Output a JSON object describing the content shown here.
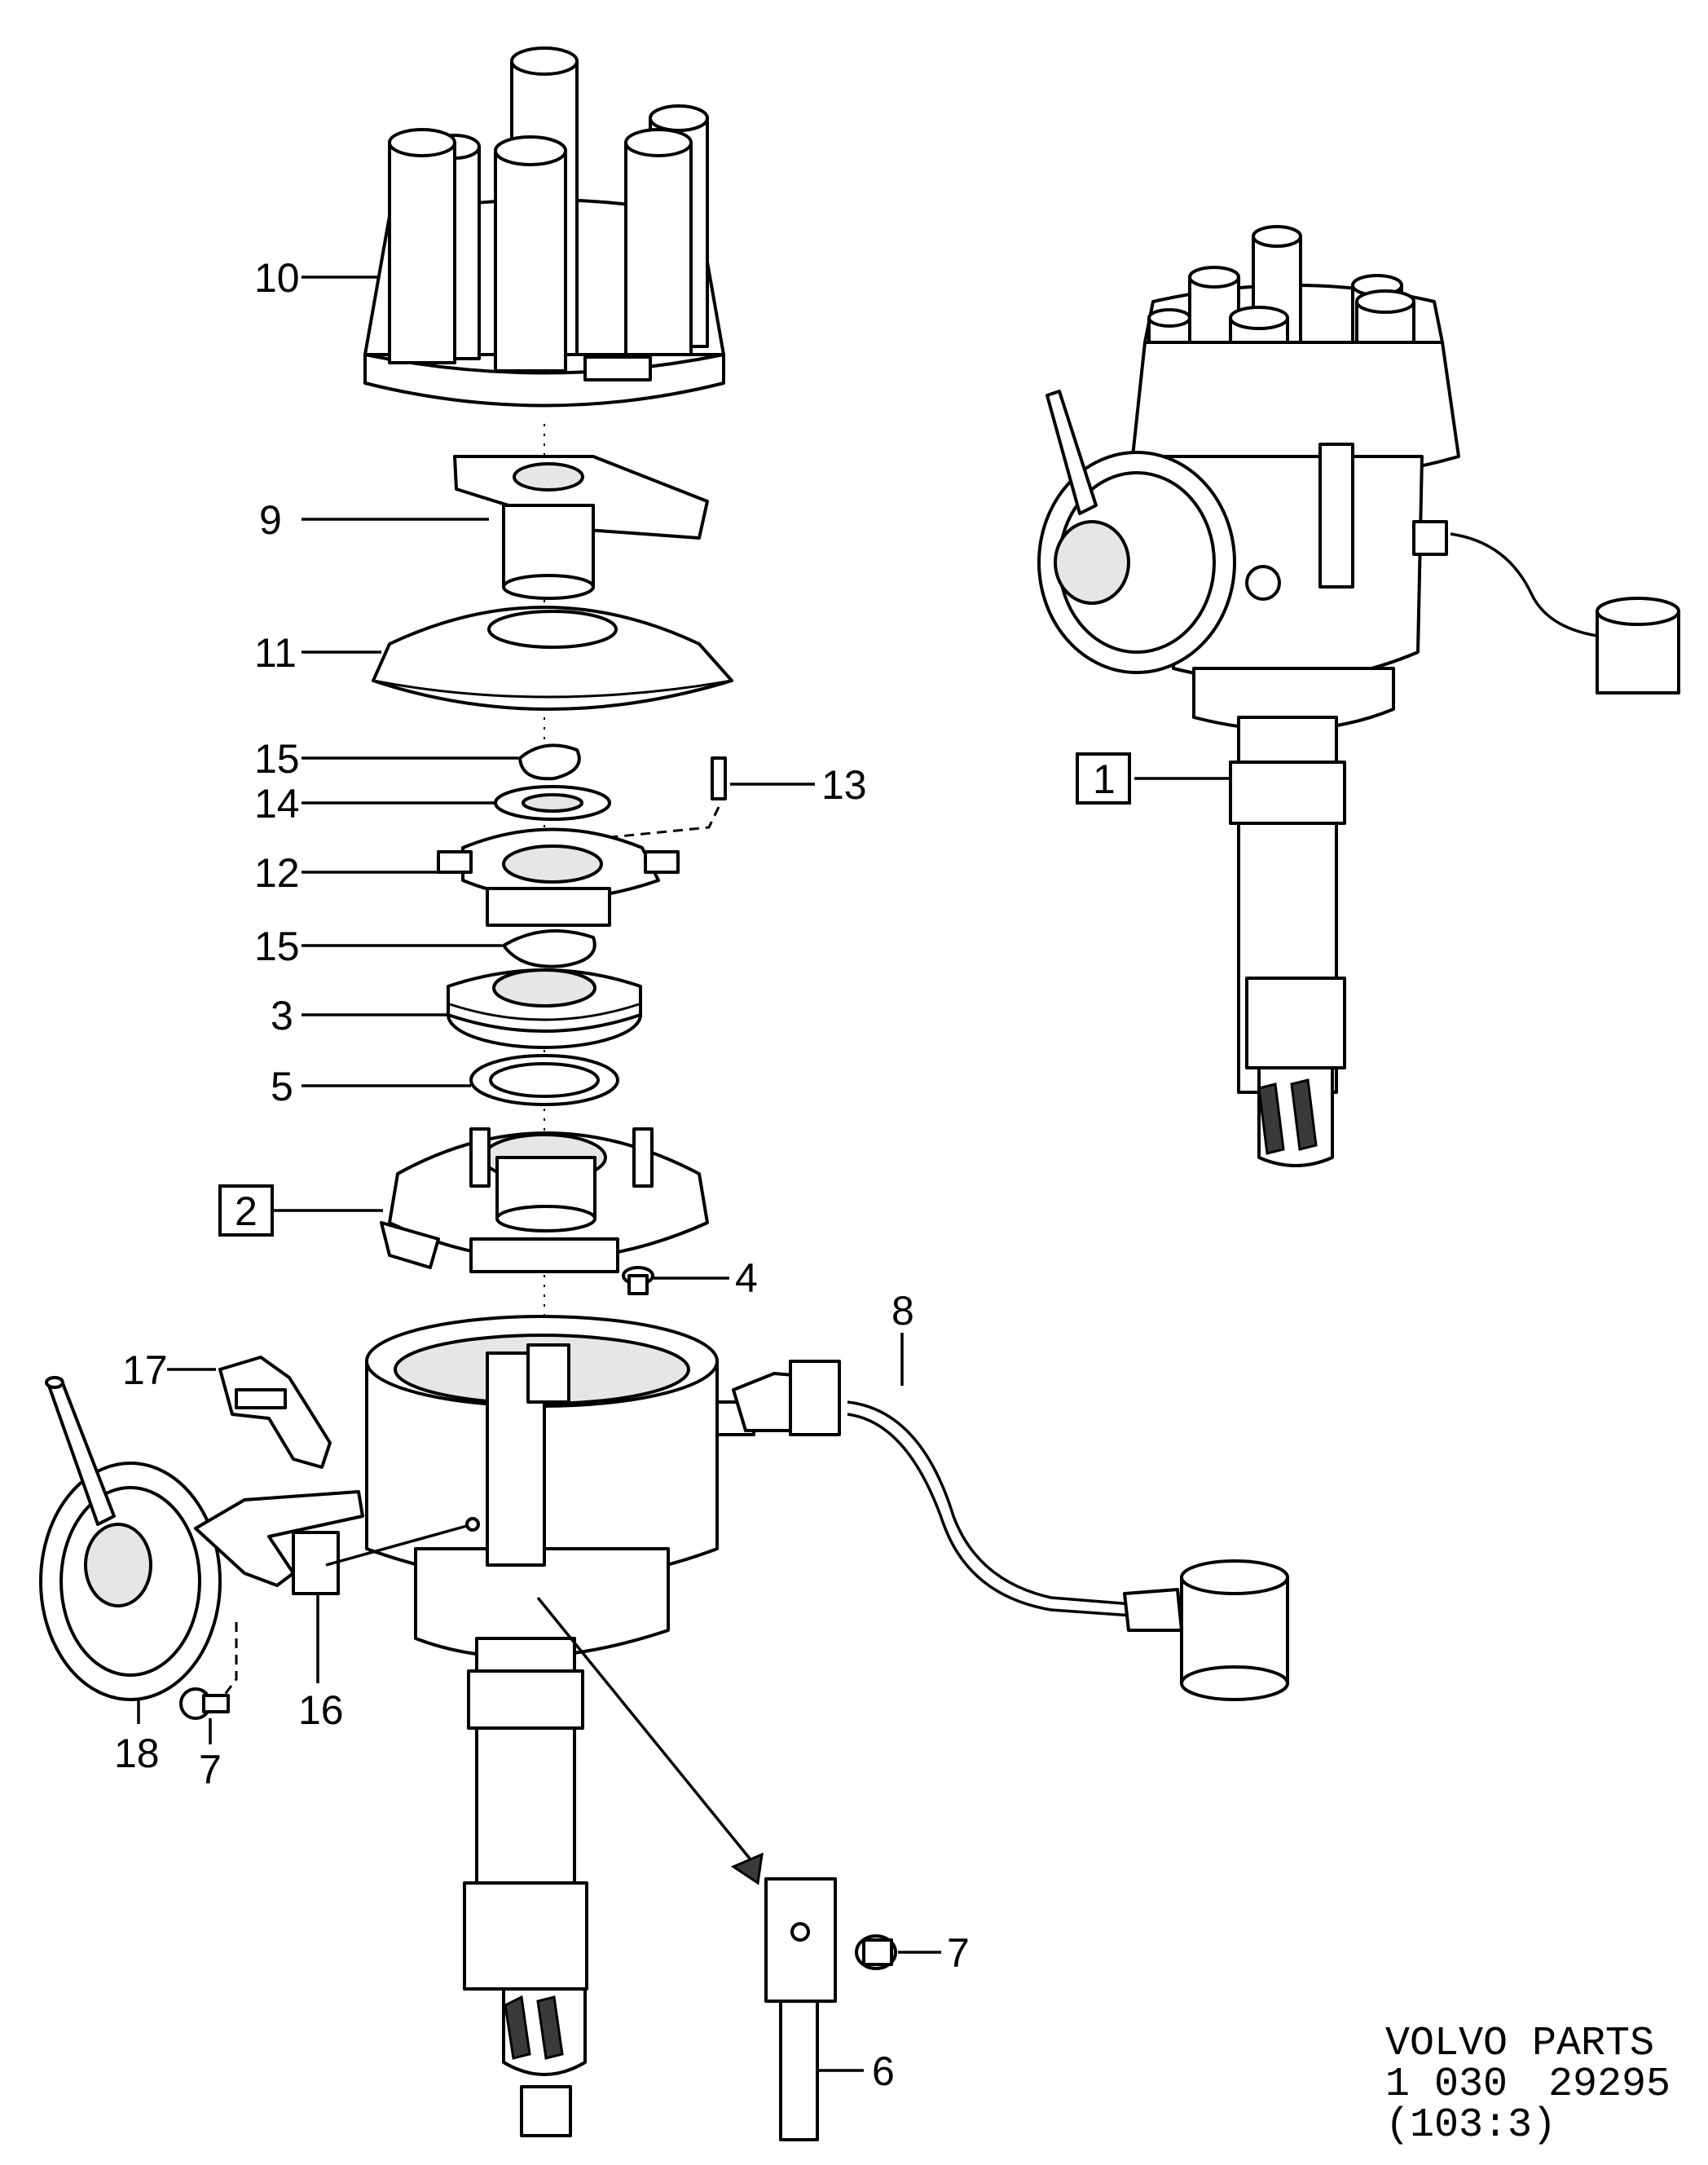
{
  "callouts": {
    "c1": "1",
    "c2": "2",
    "c3": "3",
    "c4": "4",
    "c5": "5",
    "c6": "6",
    "c7a": "7",
    "c7b": "7",
    "c8": "8",
    "c9": "9",
    "c10": "10",
    "c11": "11",
    "c12": "12",
    "c13": "13",
    "c14": "14",
    "c15a": "15",
    "c15b": "15",
    "c16": "16",
    "c17": "17",
    "c18": "18"
  },
  "footer": {
    "line1": "VOLVO PARTS",
    "line2_code": "1 030",
    "line2_number": "29295",
    "line3": "(103:3)"
  }
}
